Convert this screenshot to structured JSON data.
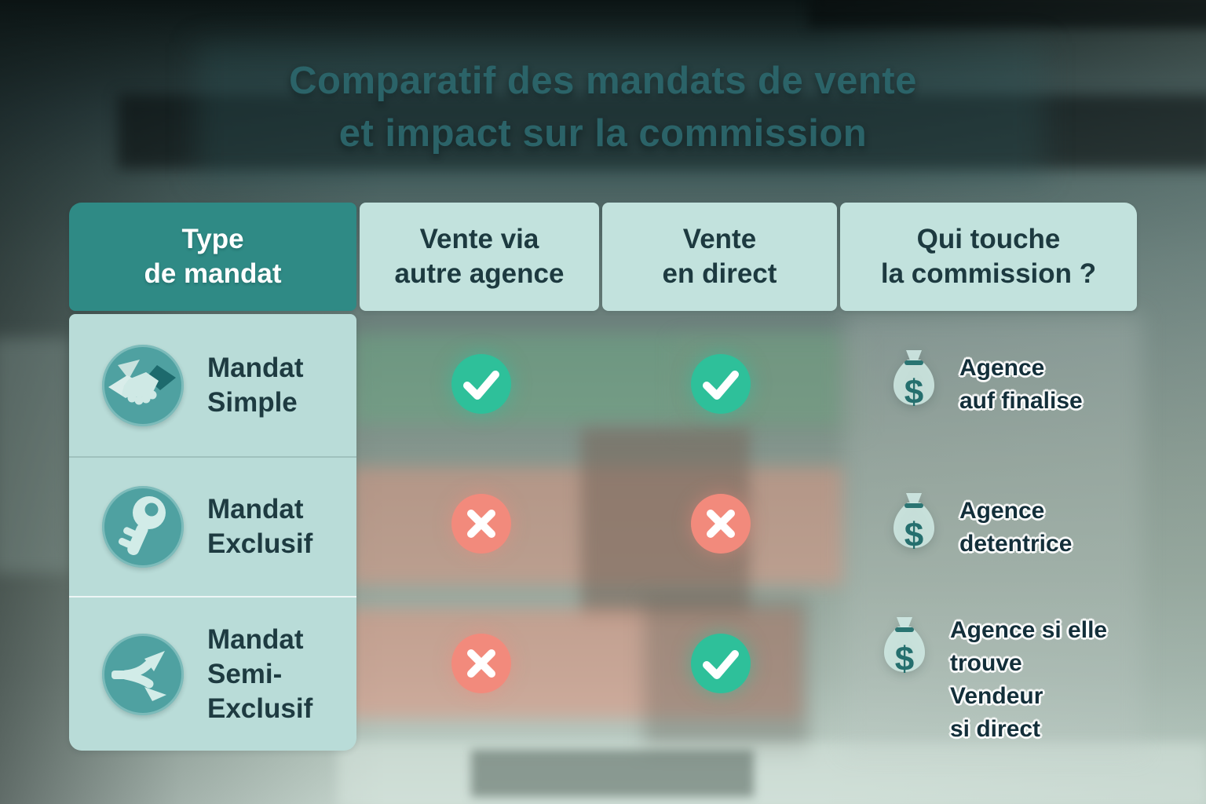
{
  "title": {
    "line1": "Comparatif des mandats de vente",
    "line2": "et impact sur la commission"
  },
  "money_bag_symbol": "$",
  "table": {
    "headers": [
      {
        "lines": [
          "Type",
          "de mandat"
        ]
      },
      {
        "lines": [
          "Vente via",
          "autre agence"
        ]
      },
      {
        "lines": [
          "Vente",
          "en direct"
        ]
      },
      {
        "lines": [
          "Qui touche",
          "la commission ?"
        ]
      }
    ],
    "rows": [
      {
        "icon": "handshake-icon",
        "name_lines": [
          "Mandat",
          "Simple"
        ],
        "vente_autre_agence": "yes",
        "vente_direct": "yes",
        "commission_lines": [
          "Agence",
          "auf finalise"
        ]
      },
      {
        "icon": "key-icon",
        "name_lines": [
          "Mandat",
          "Exclusif"
        ],
        "vente_autre_agence": "no",
        "vente_direct": "no",
        "commission_lines": [
          "Agence",
          "detentrice"
        ]
      },
      {
        "icon": "split-arrows-icon",
        "name_lines": [
          "Mandat",
          "Semi-",
          "Exclusif"
        ],
        "vente_autre_agence": "no",
        "vente_direct": "yes",
        "commission_lines": [
          "Agence si elle",
          "trouve",
          "Vendeur",
          "si direct"
        ]
      }
    ]
  },
  "colors": {
    "header_accent": "#2f8a85",
    "header_light": "#c2e2dd",
    "row_card": "#b9dcd8",
    "icon_circle": "#4fa1a1",
    "check_green": "#2ec09a",
    "cross_red": "#f28a7c",
    "title": "#2b6368",
    "text_dark": "#1d3a40"
  }
}
